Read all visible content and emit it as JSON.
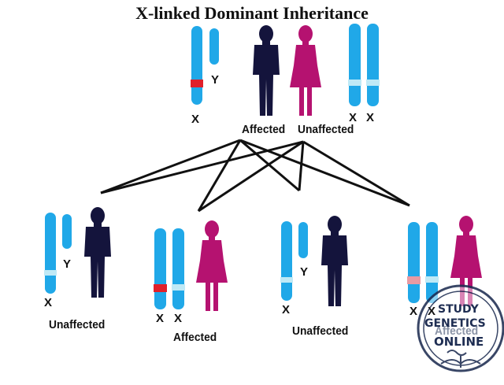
{
  "title": "X-linked Dominant Inheritance",
  "colors": {
    "chromosome": "#20a8e8",
    "chromosome_band": "#bfe9f6",
    "affected_mark": "#e0202a",
    "male": "#14143c",
    "female": "#b51270",
    "cross_lines": "#111111",
    "watermark": "#1e2d52"
  },
  "parents": {
    "father": {
      "chromosome_labels": [
        "X",
        "Y"
      ],
      "status": "Affected"
    },
    "mother": {
      "chromosome_labels": [
        "X",
        "X"
      ],
      "status": "Unaffected"
    }
  },
  "offspring": [
    {
      "sex": "male",
      "chromosome_labels": [
        "X",
        "Y"
      ],
      "status": "Unaffected"
    },
    {
      "sex": "female",
      "chromosome_labels": [
        "X",
        "X"
      ],
      "status": "Affected"
    },
    {
      "sex": "male",
      "chromosome_labels": [
        "X",
        "Y"
      ],
      "status": "Unaffected"
    },
    {
      "sex": "female",
      "chromosome_labels": [
        "X",
        "X"
      ],
      "status": "Affected"
    }
  ],
  "watermark": {
    "line1": "STUDY",
    "line2": "GENETICS",
    "line3": "ONLINE"
  }
}
